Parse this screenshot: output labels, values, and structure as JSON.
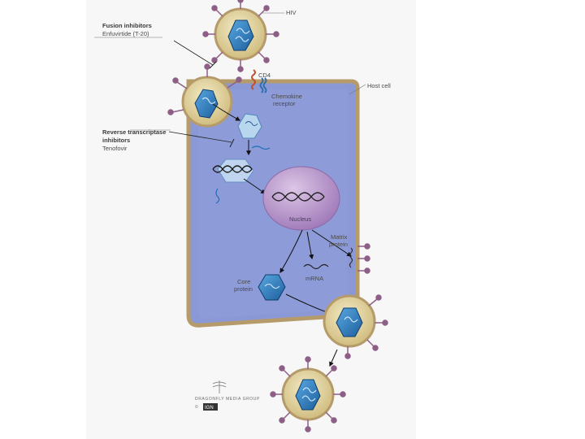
{
  "labels": {
    "hiv": "HIV",
    "fusion_title": "Fusion inhibitors",
    "fusion_drug": "Enfuvirtide (T-20)",
    "cd4": "CD4",
    "chemokine_line1": "Chemokine",
    "chemokine_line2": "receptor",
    "host_cell": "Host cell",
    "rt_line1": "Reverse transcriptase",
    "rt_line2": "inhibitors",
    "rt_drug": "Tenofovir",
    "nucleus": "Nucleus",
    "matrix_line1": "Matrix",
    "matrix_line2": "protein",
    "mrna": "mRNA",
    "core_line1": "Core",
    "core_line2": "protein"
  },
  "logo": {
    "name": "DRAGONFLY MEDIA GROUP",
    "mark": "IGN",
    "symbol": "©"
  },
  "colors": {
    "cell_fill": "#8a98d6",
    "cell_border": "#b59a6a",
    "capsid": "#2e7fc0",
    "nucleus": "#b995cb",
    "spike": "#8e5f86",
    "envelope": "#d8c58a",
    "background": "#f7f7f8"
  }
}
